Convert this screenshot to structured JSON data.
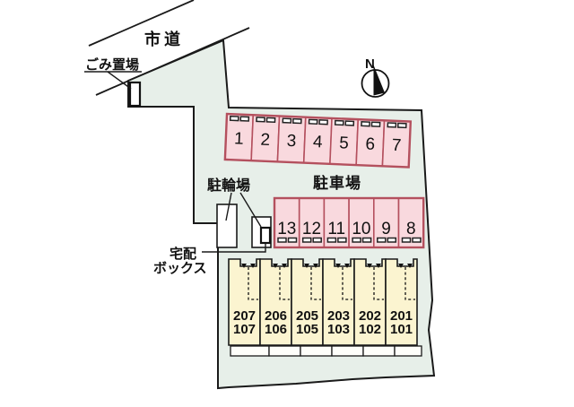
{
  "diagram": {
    "road_label": "市道",
    "garbage_label": "ごみ置場",
    "bicycle_label": "駐輪場",
    "car_parking_label": "駐車場",
    "delivery_label_line1": "宅配",
    "delivery_label_line2": "ボックス",
    "north_label": "N"
  },
  "parking": {
    "top_row": [
      "1",
      "2",
      "3",
      "4",
      "5",
      "6",
      "7"
    ],
    "bottom_row": [
      "13",
      "12",
      "11",
      "10",
      "9",
      "8"
    ]
  },
  "building_units": [
    {
      "upper": "207",
      "lower": "107"
    },
    {
      "upper": "206",
      "lower": "106"
    },
    {
      "upper": "205",
      "lower": "105"
    },
    {
      "upper": "203",
      "lower": "103"
    },
    {
      "upper": "202",
      "lower": "102"
    },
    {
      "upper": "201",
      "lower": "101"
    }
  ],
  "colors": {
    "site_fill": "#e7efe9",
    "parking_fill": "#f9d9de",
    "parking_border": "#b4505e",
    "unit_fill": "#fbf4d0",
    "outline": "#1a1a1a",
    "background": "#ffffff"
  }
}
